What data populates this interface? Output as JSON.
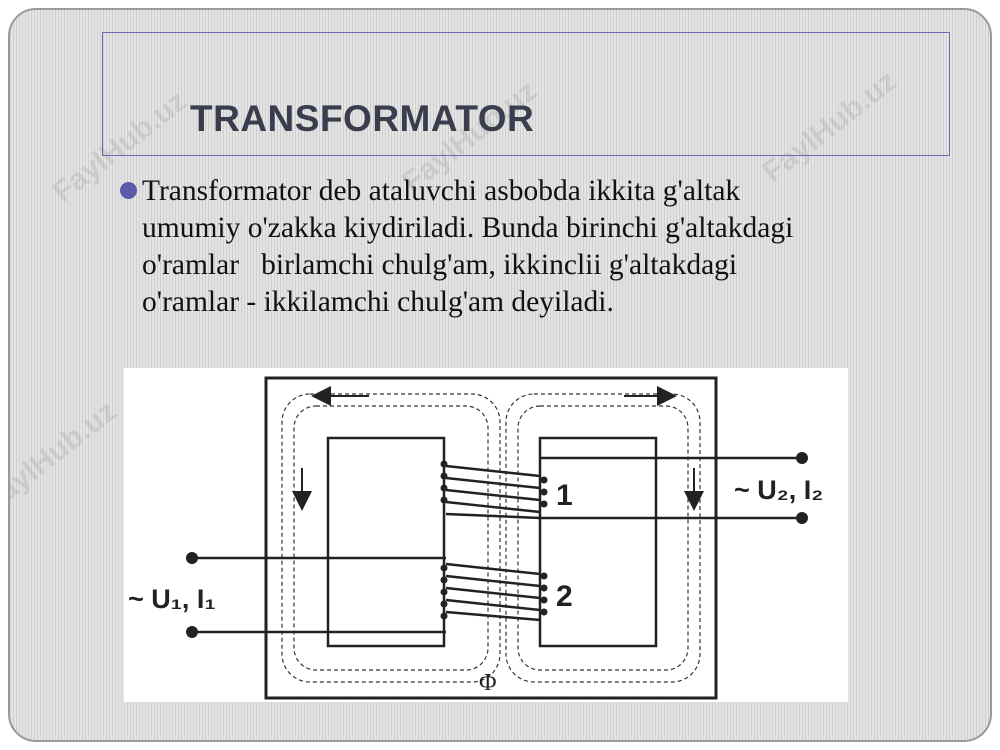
{
  "slide": {
    "title": "TRANSFORMATOR",
    "paragraph_lines": [
      "Transformator deb ataluvchi asbobda ikkita g'altak",
      "umumiy o'zakka kiydiriladi. Bunda birinchi g'altakdagi",
      "o'ramlar   birlamchi chulg'am, ikkinclii g'altakdagi",
      "o'ramlar - ikkilamchi chulg'am deyiladi."
    ],
    "watermark": "FaylHub.uz"
  },
  "diagram": {
    "flux_label": "Φ",
    "coil1_label": "1",
    "coil2_label": "2",
    "primary_label": "~ U₁, I₁",
    "secondary_label": "~ U₂, I₂"
  },
  "colors": {
    "bullet": "#5a5aa8",
    "title": "#3a3d4e",
    "frame": "#6b6bb0"
  }
}
